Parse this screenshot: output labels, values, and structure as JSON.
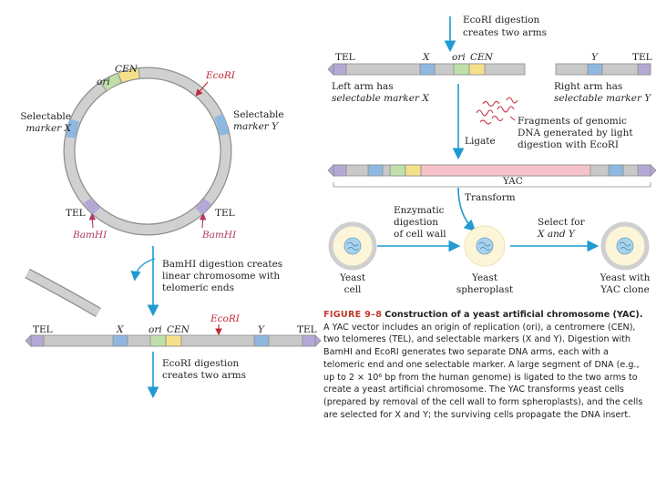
{
  "labels": {
    "cen_circle": "CEN",
    "ori_circle": "ori",
    "ecori_circle": "EcoRI",
    "sel_x_line1": "Selectable",
    "sel_x_line2": "marker X",
    "sel_y_line1": "Selectable",
    "sel_y_line2": "marker Y",
    "tel_left_circle": "TEL",
    "tel_right_circle": "TEL",
    "bamhi_left": "BamHI",
    "bamhi_right": "BamHI",
    "bamhi_note_1": "BamHI digestion creates",
    "bamhi_note_2": "linear chromosome with",
    "bamhi_note_3": "telomeric ends",
    "lin_tel_left": "TEL",
    "lin_x": "X",
    "lin_ori": "ori",
    "lin_cen": "CEN",
    "lin_ecori": "EcoRI",
    "lin_y": "Y",
    "lin_tel_right": "TEL",
    "ecori_note_1": "EcoRI digestion",
    "ecori_note_2": "creates two arms",
    "arm_tel_left": "TEL",
    "arm_x": "X",
    "arm_ori": "ori",
    "arm_cen": "CEN",
    "arm_y": "Y",
    "arm_tel_right": "TEL",
    "left_arm_1": "Left arm has",
    "left_arm_2": "selectable marker X",
    "right_arm_1": "Right arm has",
    "right_arm_2": "selectable marker Y",
    "frag_1": "Fragments of genomic",
    "frag_2": "DNA generated by light",
    "frag_3": "digestion with EcoRI",
    "ligate": "Ligate",
    "yac": "YAC",
    "transform": "Transform",
    "enz_1": "Enzymatic",
    "enz_2": "digestion",
    "enz_3": "of cell wall",
    "select_1": "Select for",
    "select_2": "X and Y",
    "yeast_cell_1": "Yeast",
    "yeast_cell_2": "cell",
    "spheroplast_1": "Yeast",
    "spheroplast_2": "spheroplast",
    "clone_1": "Yeast with",
    "clone_2": "YAC clone"
  },
  "caption": {
    "figure": "FIGURE 9–8",
    "title": "Construction of a yeast artificial chromosome (YAC).",
    "text": " A YAC vector includes an origin of replication (ori), a centromere (CEN), two telomeres (TEL), and selectable markers (X and Y). Digestion with BamHI and EcoRI generates two separate DNA arms, each with a telomeric end and one selectable marker. A large segment of DNA (e.g., up to 2 × 10⁶ bp from the human genome) is ligated to the two arms to create a yeast artificial chromosome. The YAC transforms yeast cells (prepared by removal of the cell wall to form spheroplasts), and the cells are selected for X and Y; the surviving cells propagate the DNA insert."
  },
  "colors": {
    "backbone": "#c9c9c9",
    "ori": "#bfe0a8",
    "cen": "#f5e08a",
    "marker": "#8fb8e0",
    "tel": "#b3a8d6",
    "insert": "#f4c2c8",
    "arrow": "#1f9bd1",
    "ecori": "#c0273a"
  }
}
